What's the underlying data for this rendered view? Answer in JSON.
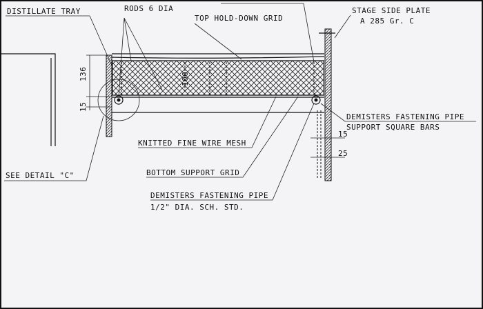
{
  "labels": {
    "distillate_tray": "DISTILLATE TRAY",
    "rods": "RODS 6 DIA",
    "top_grid": "TOP HOLD-DOWN GRID",
    "stage_side_plate": "STAGE SIDE PLATE",
    "plate_material": "A 285 Gr. C",
    "fastening_pipe_right": "DEMISTERS FASTENING PIPE",
    "support_bars": "SUPPORT SQUARE BARS",
    "mesh": "KNITTED FINE WIRE MESH",
    "bottom_grid": "BOTTOM SUPPORT GRID",
    "fastening_pipe_bottom": "DEMISTERS FASTENING PIPE",
    "pipe_spec": "1/2\" DIA. SCH. STD.",
    "see_detail": "SEE DETAIL \"C\""
  },
  "dimensions": {
    "height_136": "136",
    "height_15_left": "15",
    "mesh_100": "100",
    "right_15": "15",
    "right_25": "25"
  }
}
